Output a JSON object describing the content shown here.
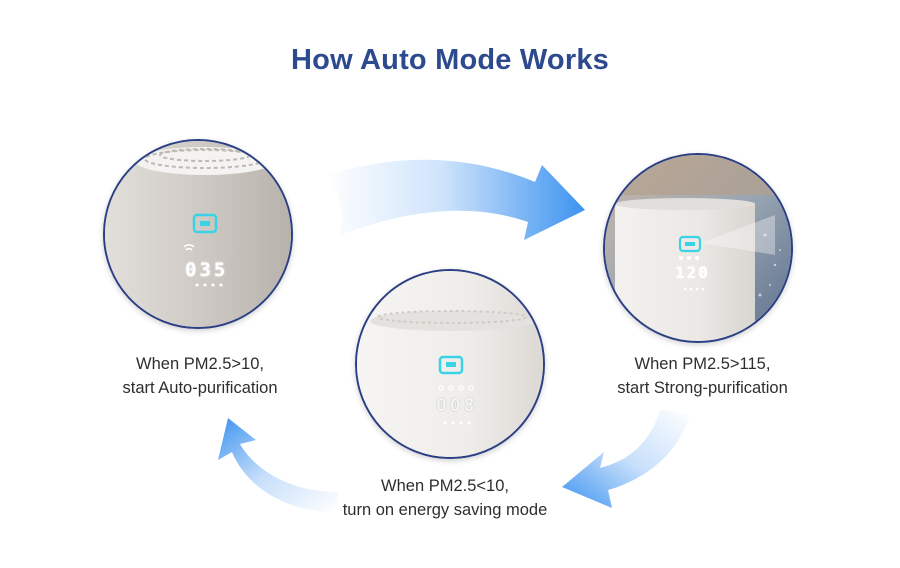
{
  "title": "How Auto Mode Works",
  "steps": [
    {
      "line1": "When PM2.5>10,",
      "line2": "start Auto-purification",
      "display_reading": "035"
    },
    {
      "line1": "When PM2.5>115,",
      "line2": "start Strong-purification",
      "display_reading": "120"
    },
    {
      "line1": "When PM2.5<10,",
      "line2": "turn on energy saving mode",
      "display_reading": "008"
    }
  ],
  "colors": {
    "title": "#2d4a8f",
    "circle_border": "#2a3f84",
    "arrow": "#4b9cf2",
    "display_glow": "#39d3e6"
  },
  "icons": [
    "arrow-right-icon",
    "arrow-down-left-icon",
    "arrow-up-left-icon",
    "wifi-icon",
    "mode-icon"
  ]
}
